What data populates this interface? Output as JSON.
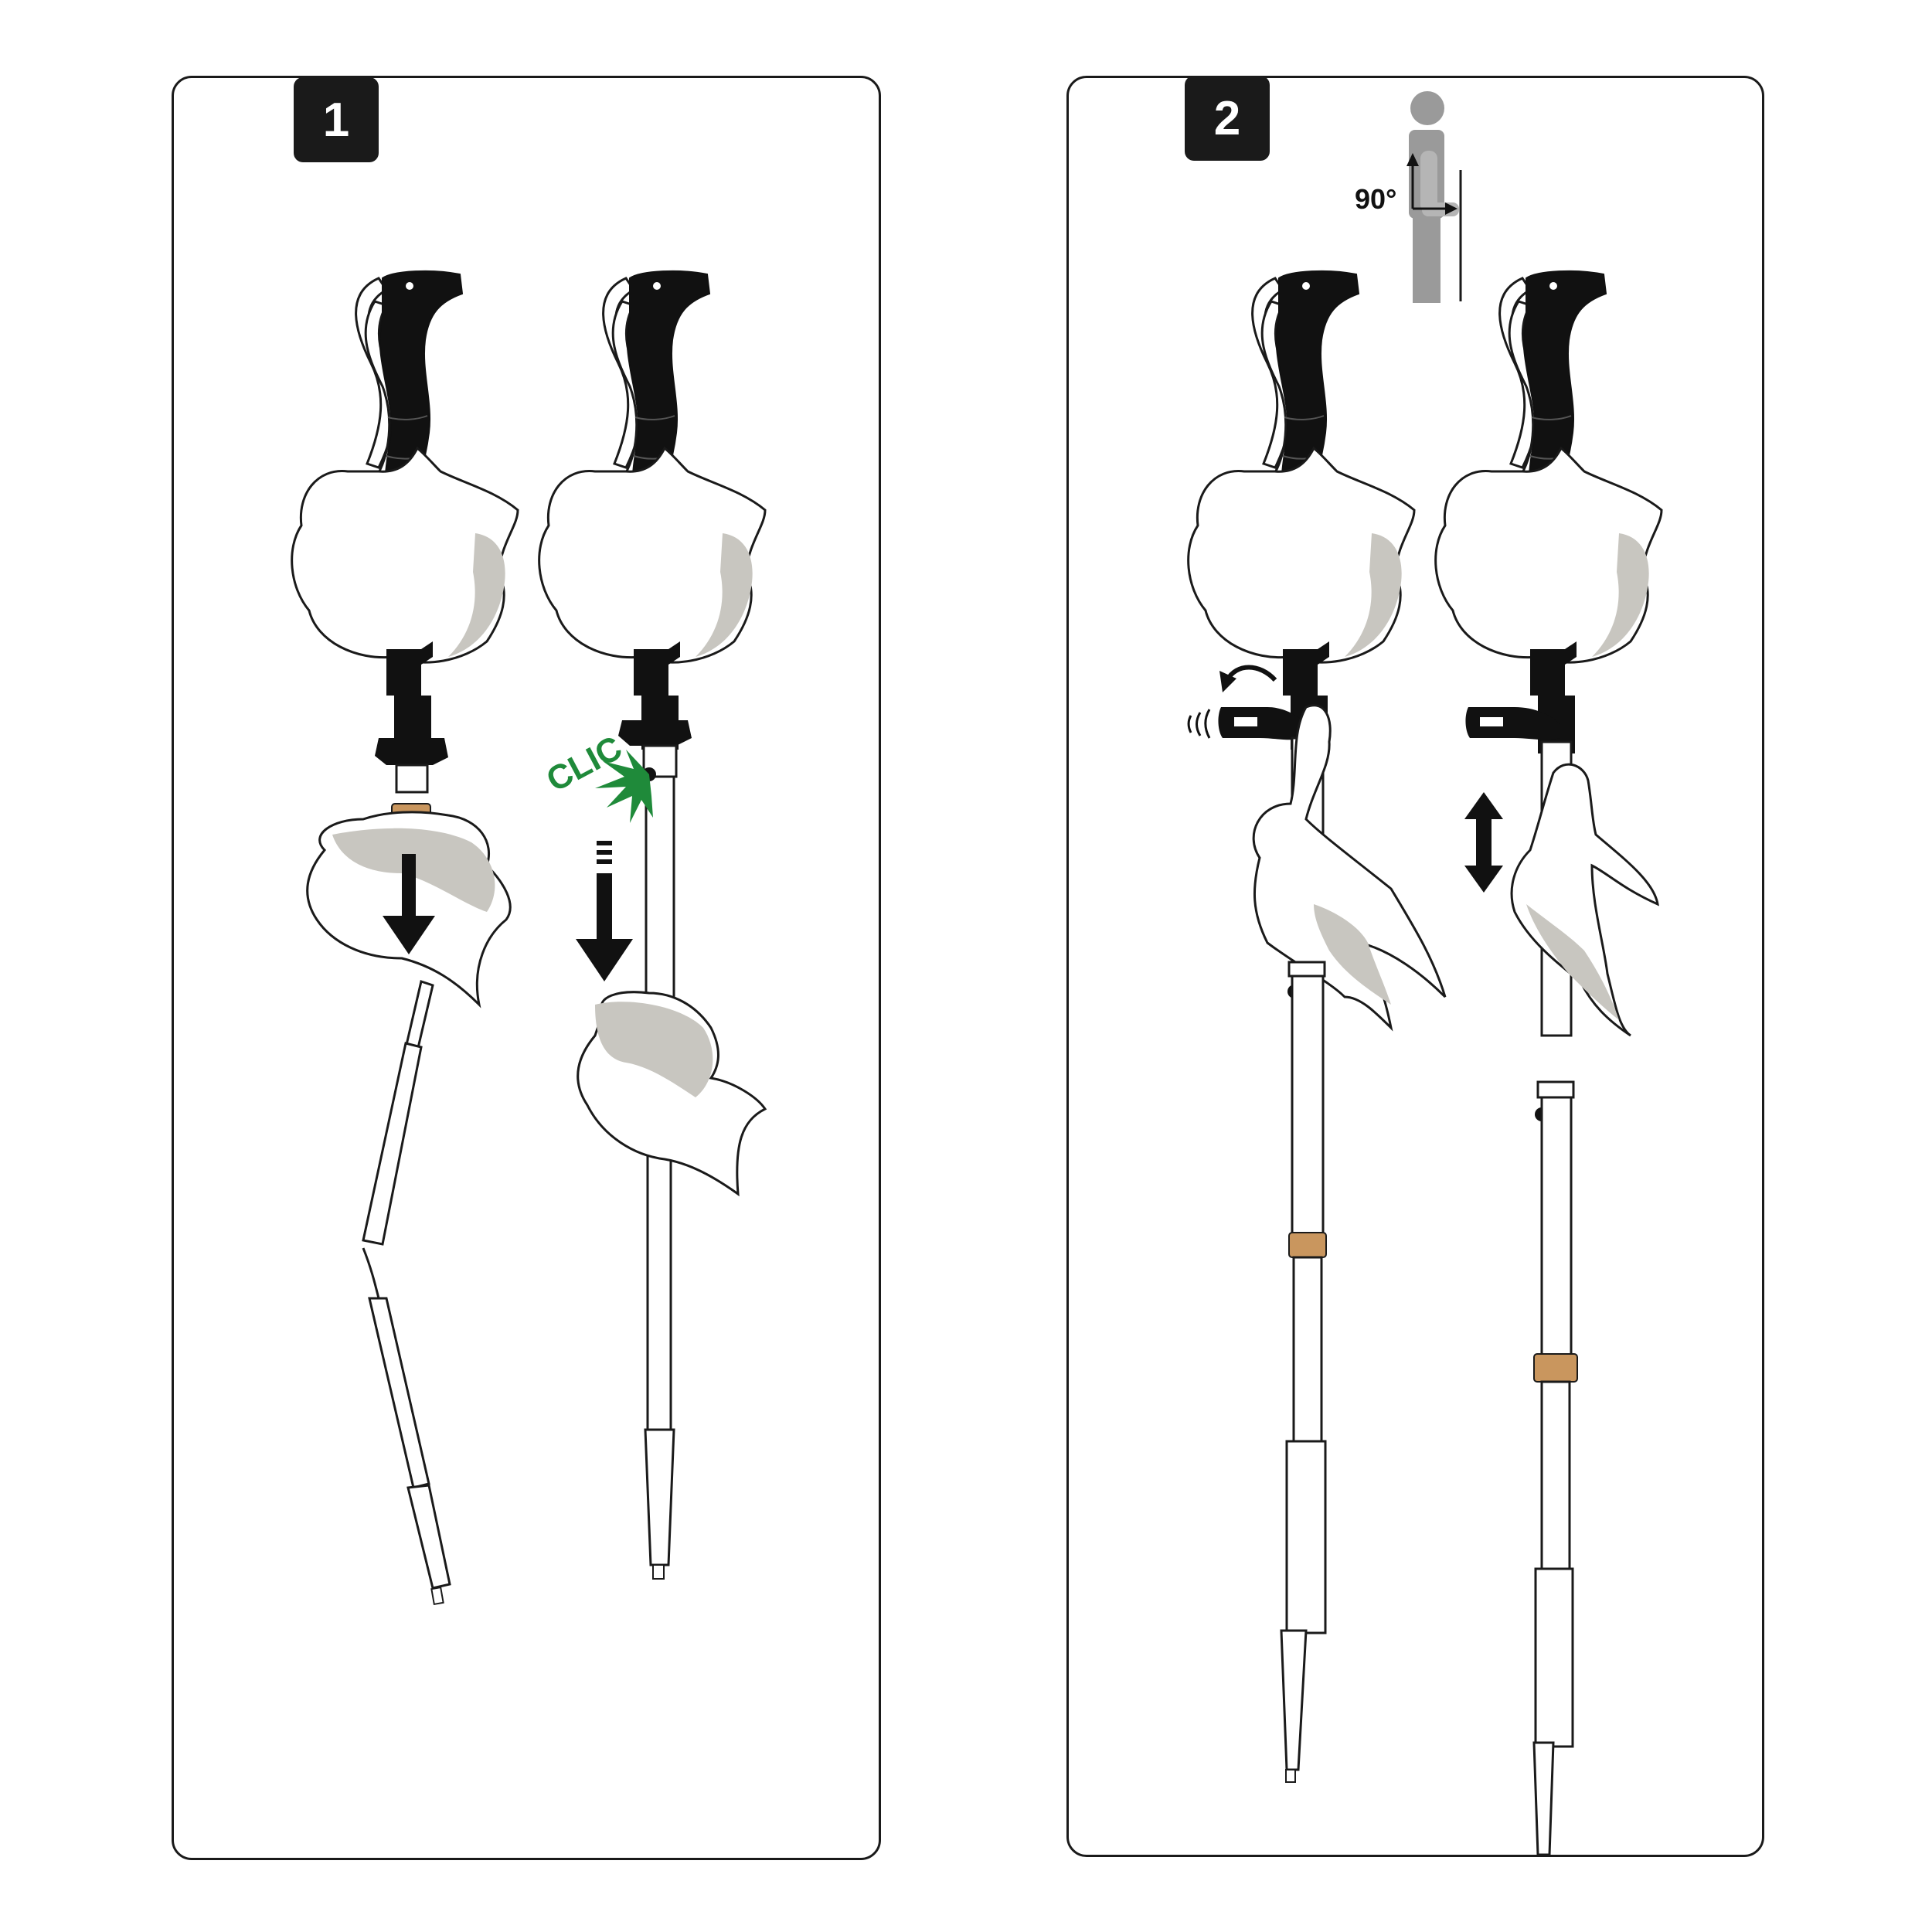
{
  "steps": [
    {
      "number": "1"
    },
    {
      "number": "2"
    }
  ],
  "labels": {
    "click": "CLIC",
    "angle": "90°"
  },
  "colors": {
    "outline": "#1a1a1a",
    "grip": "#111111",
    "hand_shadow": "#c8c6c0",
    "click_green": "#1f8a3a",
    "lock_ring": "#c9965e",
    "person": "#9a9a9a"
  },
  "icons": {
    "step1_left": [
      "pole-icon",
      "hand-icon",
      "down-arrow-icon"
    ],
    "step1_right": [
      "pole-icon",
      "hand-icon",
      "down-arrow-icon",
      "click-burst-icon"
    ],
    "step2_left": [
      "pole-icon",
      "hand-icon",
      "lever-open-icon",
      "rotate-arrow-icon"
    ],
    "step2_right": [
      "pole-icon",
      "hand-icon",
      "up-down-arrow-icon"
    ],
    "step2_header": [
      "person-elbow-90-icon"
    ]
  }
}
